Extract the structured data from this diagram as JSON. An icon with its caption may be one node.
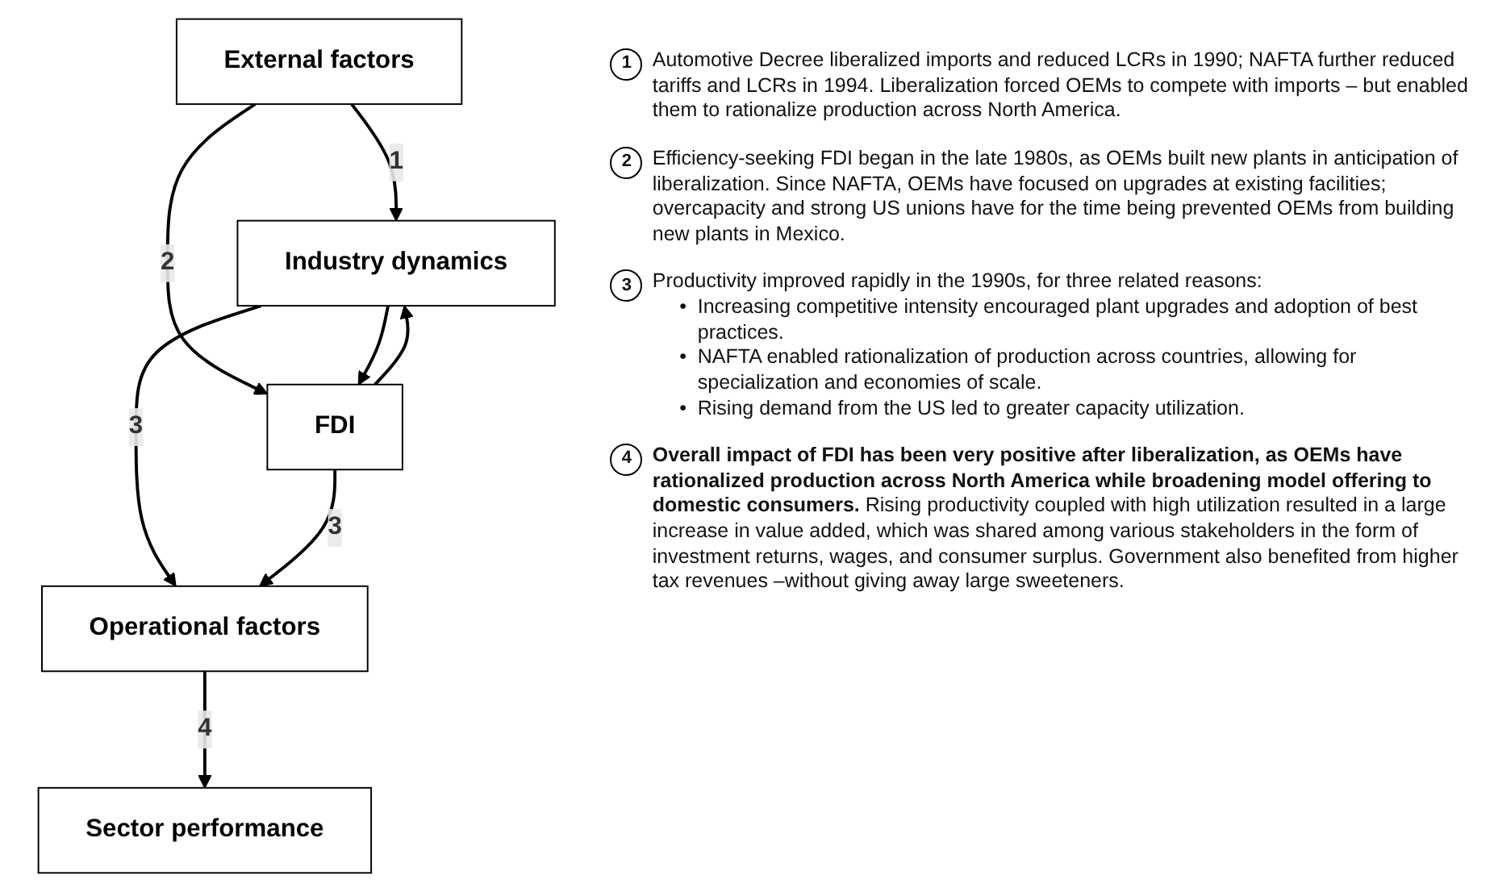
{
  "diagram": {
    "nodes": [
      {
        "text": [
          "External factors"
        ]
      },
      {
        "text": [
          "FDI"
        ]
      },
      {
        "text": [
          "Industry dynamics"
        ]
      },
      {
        "text": [
          "Operational factors"
        ]
      },
      {
        "text": [
          "Sector performance"
        ]
      }
    ],
    "edges": [
      {
        "from": 0,
        "to": 2,
        "arrow": "to",
        "label": "1"
      },
      {
        "from": 0,
        "to": 1,
        "arrow": "to",
        "label": "2"
      },
      {
        "from": 2,
        "to": 1,
        "arrow": "to"
      },
      {
        "from": 1,
        "to": 2,
        "arrow": "to"
      },
      {
        "from": 2,
        "to": 3,
        "arrow": "to",
        "label": "3"
      },
      {
        "from": 1,
        "to": 3,
        "arrow": "to",
        "label": "3"
      },
      {
        "from": 3,
        "to": 4,
        "arrow": "to",
        "label": "4"
      }
    ],
    "labels": [
      "1",
      "Automotive Decree liberalized imports and reduced LCRs in 1990; NAFTA further reduced tariffs and LCRs in 1994.  Liberalization forced OEMs to compete with imports – but enabled them to rationalize production across North America.",
      "2",
      "Efficiency-seeking FDI began in the late 1980s, as OEMs built new plants in anticipation of liberalization.  Since NAFTA, OEMs have focused on upgrades at existing facilities; overcapacity and strong US unions have for the time being prevented OEMs from building new plants in Mexico.",
      "3",
      "Productivity improved rapidly in the 1990s, for three related reasons:",
      "•",
      "Increasing competitive intensity encouraged plant upgrades and adoption of best practices.",
      "•",
      "NAFTA enabled rationalization of production across countries, allowing for specialization and economies of scale.",
      "•",
      "Rising demand from the US led to greater capacity utilization.",
      "4",
      "**Overall impact of FDI has been very positive after liberalization, as OEMs have rationalized production across North America while broadening model offering to domestic consumers.**  Rising productivity coupled with high utilization resulted in a large increase in value added, which was shared among various stakeholders in the form of investment returns, wages, and consumer surplus. Government also benefited from higher tax revenues –without giving away large sweeteners."
    ]
  }
}
